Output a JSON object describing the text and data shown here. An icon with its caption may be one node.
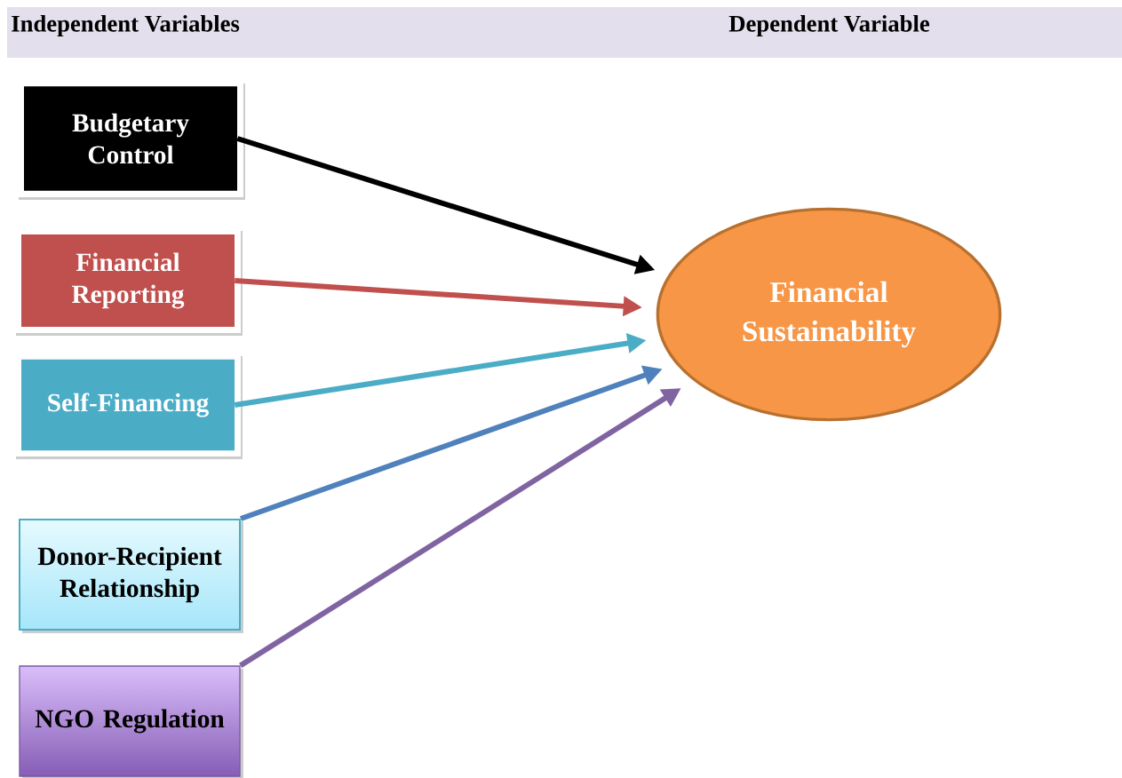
{
  "diagram": {
    "nodes": [
      {
        "text": [
          "Budgetary Control"
        ]
      },
      {
        "text": [
          "Financial Reporting"
        ]
      },
      {
        "text": [
          "Self-Financing"
        ]
      },
      {
        "text": [
          "Donor-Recipient Relationship"
        ]
      },
      {
        "text": [
          "NGO Regulation"
        ]
      },
      {
        "text": [
          "Financial Sustainability"
        ]
      }
    ],
    "edges": [
      {
        "from": 0,
        "to": 5,
        "arrow": "to",
        "color": "#000000"
      },
      {
        "from": 1,
        "to": 5,
        "arrow": "to",
        "color": "#c0504d"
      },
      {
        "from": 2,
        "to": 5,
        "arrow": "to",
        "color": "#4bacc6"
      },
      {
        "from": 3,
        "to": 5,
        "arrow": "to",
        "color": "#4f81bd"
      },
      {
        "from": 4,
        "to": 5,
        "arrow": "to",
        "color": "#8064a2"
      }
    ],
    "labels": [
      "Independent Variables",
      "Dependent Variable"
    ]
  }
}
